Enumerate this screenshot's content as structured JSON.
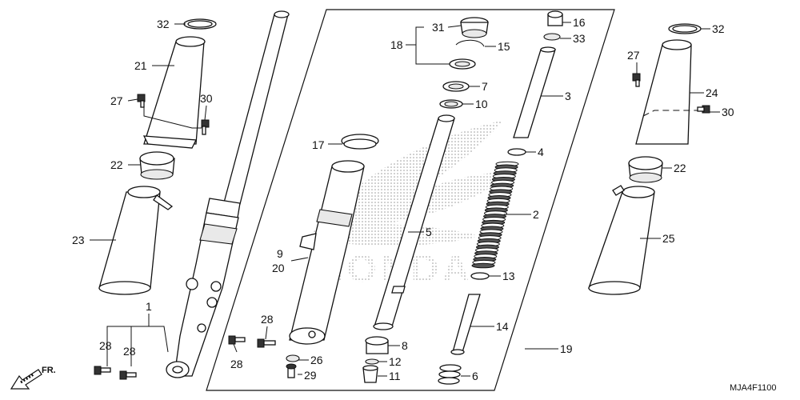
{
  "callouts": [
    {
      "id": "c1",
      "text": "1"
    },
    {
      "id": "c2",
      "text": "2"
    },
    {
      "id": "c3",
      "text": "3"
    },
    {
      "id": "c4",
      "text": "4"
    },
    {
      "id": "c5",
      "text": "5"
    },
    {
      "id": "c6",
      "text": "6"
    },
    {
      "id": "c7",
      "text": "7"
    },
    {
      "id": "c8",
      "text": "8"
    },
    {
      "id": "c9",
      "text": "9"
    },
    {
      "id": "c10",
      "text": "10"
    },
    {
      "id": "c11",
      "text": "11"
    },
    {
      "id": "c12",
      "text": "12"
    },
    {
      "id": "c13",
      "text": "13"
    },
    {
      "id": "c14",
      "text": "14"
    },
    {
      "id": "c15",
      "text": "15"
    },
    {
      "id": "c16",
      "text": "16"
    },
    {
      "id": "c17",
      "text": "17"
    },
    {
      "id": "c18",
      "text": "18"
    },
    {
      "id": "c19",
      "text": "19"
    },
    {
      "id": "c20",
      "text": "20"
    },
    {
      "id": "c21",
      "text": "21"
    },
    {
      "id": "c22a",
      "text": "22"
    },
    {
      "id": "c22b",
      "text": "22"
    },
    {
      "id": "c23",
      "text": "23"
    },
    {
      "id": "c24",
      "text": "24"
    },
    {
      "id": "c25",
      "text": "25"
    },
    {
      "id": "c26",
      "text": "26"
    },
    {
      "id": "c27a",
      "text": "27"
    },
    {
      "id": "c27b",
      "text": "27"
    },
    {
      "id": "c28a",
      "text": "28"
    },
    {
      "id": "c28b",
      "text": "28"
    },
    {
      "id": "c28c",
      "text": "28"
    },
    {
      "id": "c28d",
      "text": "28"
    },
    {
      "id": "c29",
      "text": "29"
    },
    {
      "id": "c30a",
      "text": "30"
    },
    {
      "id": "c30b",
      "text": "30"
    },
    {
      "id": "c31",
      "text": "31"
    },
    {
      "id": "c32a",
      "text": "32"
    },
    {
      "id": "c32b",
      "text": "32"
    },
    {
      "id": "c33",
      "text": "33"
    }
  ],
  "direction_label": "FR.",
  "diagram_code": "MJA4F1100",
  "watermark": "HONDA"
}
